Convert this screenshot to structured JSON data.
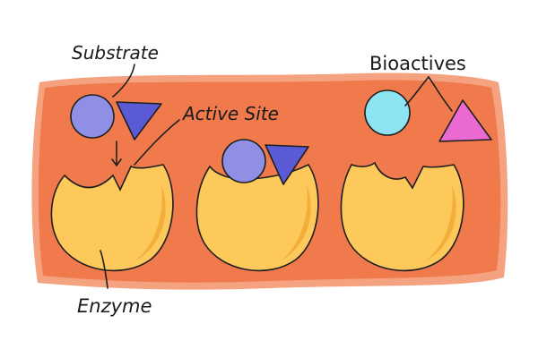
{
  "labels": {
    "substrate": "Substrate",
    "active_site": "Active Site",
    "enzyme": "Enzyme",
    "bioactives": "Bioactives"
  },
  "colors": {
    "background_blob": "#f07a4c",
    "background_blob_edge": "#f4a27f",
    "enzyme_fill": "#fdc95a",
    "enzyme_shade": "#f3ae3a",
    "substrate_circle": "#8f8fe6",
    "substrate_triangle": "#5a5ad4",
    "bioactive_circle": "#8ee3f3",
    "bioactive_triangle": "#ea6ad2"
  },
  "icons": {
    "enzyme": "pac-man-enzyme-shape",
    "substrate": "circle-and-triangle",
    "bioactives": "separate-circle-and-triangle"
  }
}
